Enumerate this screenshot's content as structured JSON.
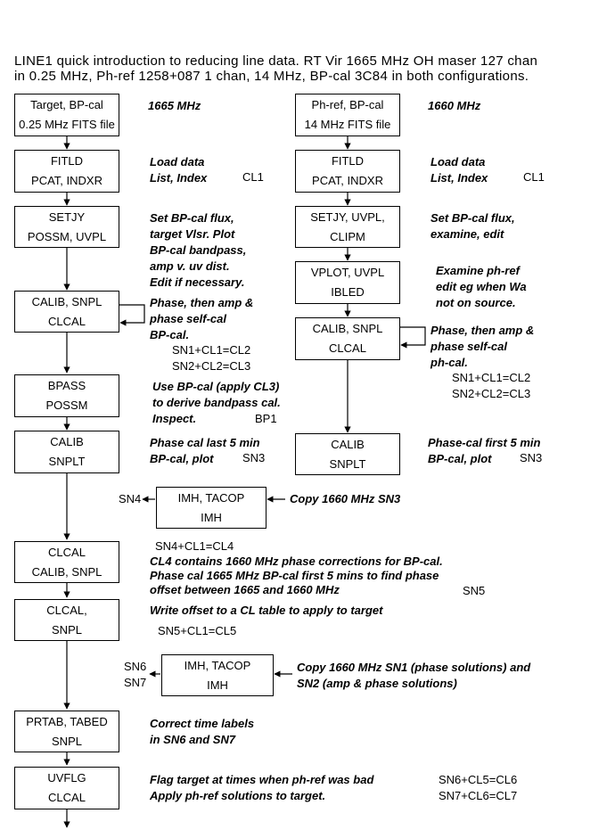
{
  "intro": {
    "line1": "LINE1 quick introduction to reducing line data.  RT Vir 1665 MHz OH maser 127 chan",
    "line2": "in 0.25 MHz,  Ph-ref 1258+087 1 chan, 14 MHz, BP-cal 3C84 in both configurations."
  },
  "left_column": {
    "target_box": {
      "line1": "Target, BP-cal",
      "line2": "0.25 MHz FITS file"
    },
    "freq": "1665 MHz",
    "fitld_box": {
      "line1": "FITLD",
      "line2": "PCAT, INDXR"
    },
    "fitld_note": [
      "Load data",
      "List, Index"
    ],
    "fitld_tag": "CL1",
    "setjy_box": {
      "line1": "SETJY",
      "line2": "POSSM, UVPL"
    },
    "setjy_note": [
      "Set BP-cal flux,",
      "target Vlsr. Plot",
      "BP-cal bandpass,",
      "amp v. uv dist.",
      "Edit if necessary."
    ],
    "calib_box": {
      "line1": "CALIB, SNPL",
      "line2": "CLCAL"
    },
    "calib_note": [
      "Phase, then amp &",
      "phase self-cal",
      "BP-cal."
    ],
    "calib_tags": [
      "SN1+CL1=CL2",
      "SN2+CL2=CL3"
    ],
    "bpass_box": {
      "line1": "BPASS",
      "line2": "POSSM"
    },
    "bpass_note": [
      "Use BP-cal (apply CL3)",
      "to derive bandpass cal.",
      "Inspect."
    ],
    "bpass_tag": "BP1",
    "calib2_box": {
      "line1": "CALIB",
      "line2": "SNPLT"
    },
    "calib2_note": [
      "Phase cal last 5 min",
      "BP-cal, plot"
    ],
    "calib2_tag": "SN3"
  },
  "right_column": {
    "phref_box": {
      "line1": "Ph-ref, BP-cal",
      "line2": "14 MHz FITS file"
    },
    "freq": "1660 MHz",
    "fitld_box": {
      "line1": "FITLD",
      "line2": "PCAT, INDXR"
    },
    "fitld_note": [
      "Load data",
      "List, Index"
    ],
    "fitld_tag": "CL1",
    "setjy_box": {
      "line1": "SETJY, UVPL,",
      "line2": "CLIPM"
    },
    "setjy_note": [
      "Set BP-cal flux,",
      "examine, edit"
    ],
    "vplot_box": {
      "line1": "VPLOT, UVPL",
      "line2": "IBLED"
    },
    "vplot_note": [
      "Examine ph-ref",
      "edit eg when Wa",
      "not on source."
    ],
    "calib_box": {
      "line1": "CALIB, SNPL",
      "line2": "CLCAL"
    },
    "calib_note": [
      "Phase, then amp &",
      "phase self-cal",
      "ph-cal."
    ],
    "calib_tags": [
      "SN1+CL1=CL2",
      "SN2+CL2=CL3"
    ],
    "calib2_box": {
      "line1": "CALIB",
      "line2": "SNPLT"
    },
    "calib2_note": [
      "Phase-cal first 5 min",
      "BP-cal, plot"
    ],
    "calib2_tag": "SN3"
  },
  "merge": {
    "imh1_box": {
      "line1": "IMH, TACOP",
      "line2": "IMH"
    },
    "sn4_tag": "SN4",
    "copy1_note": "Copy 1660 MHz SN3",
    "clcal_box": {
      "line1": "CLCAL",
      "line2": "CALIB, SNPL"
    },
    "clcal_tag": "SN4+CL1=CL4",
    "clcal_note": [
      "CL4 contains 1660 MHz phase corrections for BP-cal.",
      "Phase cal 1665 MHz BP-cal first 5 mins to find phase",
      "offset between 1665 and 1660 MHz"
    ],
    "sn5_tag": "SN5",
    "clcal2_box": {
      "line1": "CLCAL,",
      "line2": "SNPL"
    },
    "clcal2_note": "Write offset to a CL table to apply to target",
    "clcal2_tag": "SN5+CL1=CL5",
    "imh2_box": {
      "line1": "IMH, TACOP",
      "line2": "IMH"
    },
    "sn6_tag": "SN6",
    "sn7_tag": "SN7",
    "copy2_note": [
      "Copy 1660 MHz SN1 (phase solutions) and",
      "SN2 (amp & phase solutions)"
    ],
    "prtab_box": {
      "line1": "PRTAB, TABED",
      "line2": "SNPL"
    },
    "prtab_note": [
      "Correct time labels",
      "in SN6 and SN7"
    ],
    "uvflg_box": {
      "line1": "UVFLG",
      "line2": "CLCAL"
    },
    "uvflg_note": [
      "Flag target at times when ph-ref was bad",
      "Apply ph-ref solutions to target."
    ],
    "uvflg_tags": [
      "SN6+CL5=CL6",
      "SN7+CL6=CL7"
    ]
  }
}
